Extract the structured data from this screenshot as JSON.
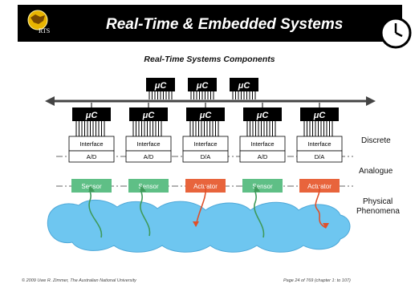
{
  "header": {
    "title": "Real-Time & Embedded Systems",
    "logo_text": "RTS"
  },
  "subtitle": "Real-Time Systems Components",
  "bus_cpus": [
    "μC",
    "μC",
    "μC"
  ],
  "units": [
    {
      "cpu": "μC",
      "interface": "Interface",
      "converter": "A/D",
      "device": "Sensor",
      "device_type": "sensor"
    },
    {
      "cpu": "μC",
      "interface": "Interface",
      "converter": "A/D",
      "device": "Sensor",
      "device_type": "sensor"
    },
    {
      "cpu": "μC",
      "interface": "Interface",
      "converter": "D/A",
      "device": "Actuator",
      "device_type": "actuator"
    },
    {
      "cpu": "μC",
      "interface": "Interface",
      "converter": "A/D",
      "device": "Sensor",
      "device_type": "sensor"
    },
    {
      "cpu": "μC",
      "interface": "Interface",
      "converter": "D/A",
      "device": "Actuator",
      "device_type": "actuator"
    }
  ],
  "layers": {
    "discrete": "Discrete",
    "analogue": "Analogue",
    "physical_line1": "Physical",
    "physical_line2": "Phenomena"
  },
  "colors": {
    "sensor": "#5fbf86",
    "actuator": "#e8643c",
    "phenomena": "#6ec6f0",
    "sensor_line": "#3f9a5a",
    "actuator_line": "#e0502a"
  },
  "footer": {
    "left": "© 2009 Uwe R. Zimmer, The Australian National University",
    "right": "Page 24 of 769 (chapter 1: to 107)"
  }
}
